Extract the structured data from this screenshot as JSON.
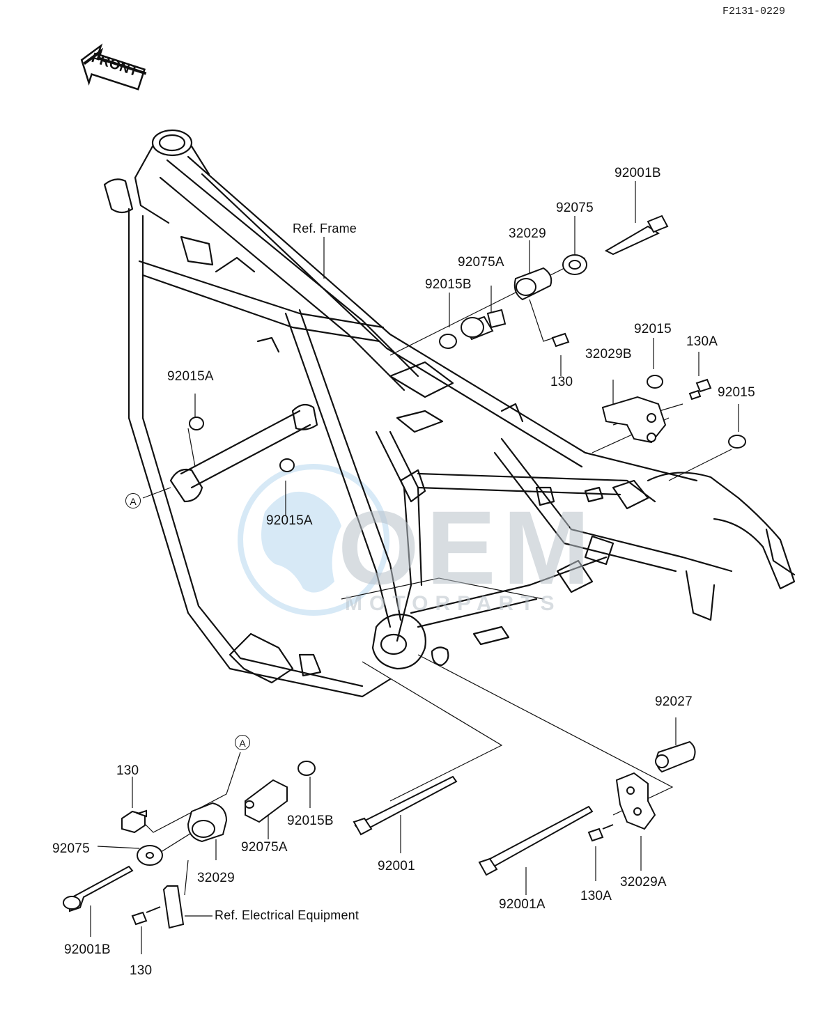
{
  "diagram_code": "F2131-0229",
  "front_arrow_label": "FRONT",
  "watermark": {
    "brand": "OEM",
    "sub": "MOTORPARTS"
  },
  "refs": {
    "frame": "Ref. Frame",
    "electrical": "Ref. Electrical Equipment"
  },
  "callout_marker": "A",
  "parts": {
    "p92001B_top": "92001B",
    "p92075_top": "92075",
    "p32029_top": "32029",
    "p92075A_top": "92075A",
    "p92015B_top": "92015B",
    "p130_top": "130",
    "p92015_a": "92015",
    "p130A_top": "130A",
    "p32029B": "32029B",
    "p92015_b": "92015",
    "p92015A_a": "92015A",
    "p92015A_b": "92015A",
    "p92027": "92027",
    "p130_bl": "130",
    "p92015B_bl": "92015B",
    "p92075_bl": "92075",
    "p92075A_bl": "92075A",
    "p32029_bl": "32029",
    "p92001": "92001",
    "p92001B_bl": "92001B",
    "p130_bottom": "130",
    "p92001A": "92001A",
    "p130A_bottom": "130A",
    "p32029A": "32029A"
  }
}
